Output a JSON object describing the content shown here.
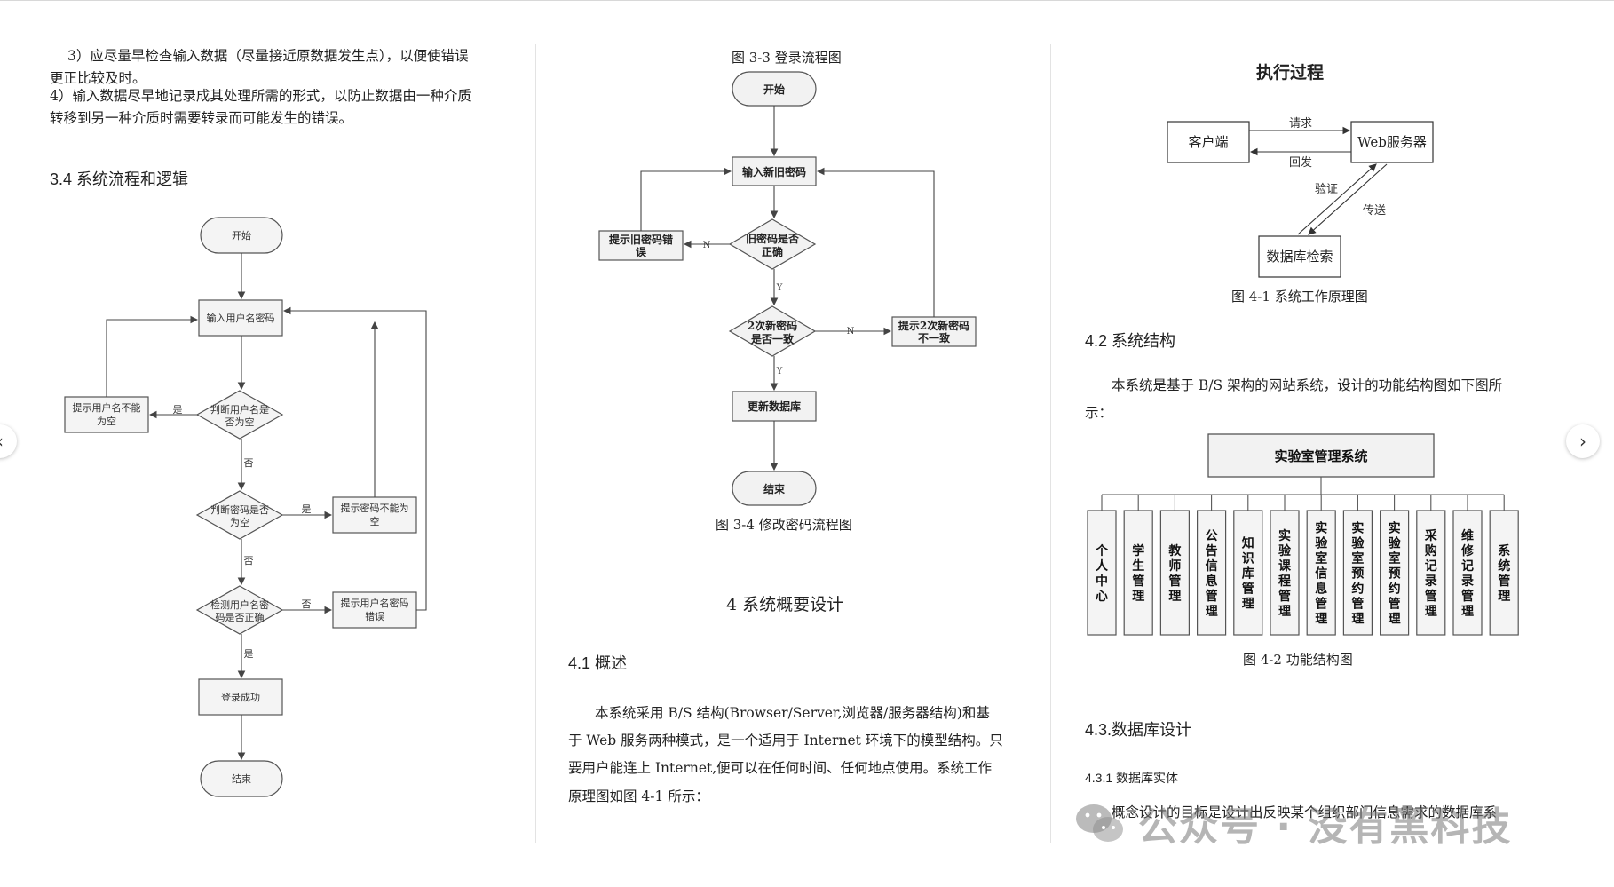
{
  "col1": {
    "para1_line1": "3）应尽量早检查输入数据（尽量接近原数据发生点），以便使错误",
    "para1_line2": "更正比较及时。",
    "para2_line1": "4）输入数据尽早地记录成其处理所需的形式，以防止数据由一种介质",
    "para2_line2": "转移到另一种介质时需要转录而可能发生的错误。",
    "heading": "3.4 系统流程和逻辑",
    "flow": {
      "start": "开始",
      "input": "输入用户名密码",
      "check_user_l1": "判断用户名是",
      "check_user_l2": "否为空",
      "err_user_l1": "提示用户名不能",
      "err_user_l2": "为空",
      "check_pwd_l1": "判断密码是否",
      "check_pwd_l2": "为空",
      "err_pwd_l1": "提示密码不能为",
      "err_pwd_l2": "空",
      "check_match_l1": "检测用户名密",
      "check_match_l2": "码是否正确",
      "err_match_l1": "提示用户名密码",
      "err_match_l2": "错误",
      "success": "登录成功",
      "end": "结束",
      "yes": "是",
      "no": "否"
    }
  },
  "col2": {
    "caption_top": "图 3-3 登录流程图",
    "flow": {
      "start": "开始",
      "input": "输入新旧密码",
      "check_old_l1": "旧密码是否",
      "check_old_l2": "正确",
      "err_old_l1": "提示旧密码错",
      "err_old_l2": "误",
      "check_new_l1": "2次新密码",
      "check_new_l2": "是否一致",
      "err_new_l1": "提示2次新密码",
      "err_new_l2": "不一致",
      "update": "更新数据库",
      "end": "结束",
      "y": "Y",
      "n": "N"
    },
    "caption_flow": "图 3-4 修改密码流程图",
    "chapter_title": "4 系统概要设计",
    "heading": "4.1 概述",
    "para_line1": "本系统采用 B/S 结构(Browser/Server,浏览器/服务器结构)和基",
    "para_line2": "于 Web 服务两种模式，是一个适用于 Internet 环境下的模型结构。只",
    "para_line3": "要用户能连上 Internet,便可以在任何时间、任何地点使用。系统工作",
    "para_line4": "原理图如图 4-1 所示："
  },
  "col3": {
    "exec_title": "执行过程",
    "diagram": {
      "client": "客户端",
      "server": "Web服务器",
      "db": "数据库检索",
      "request": "请求",
      "reply": "回发",
      "verify": "验证",
      "transfer": "传送"
    },
    "caption_41": "图 4-1 系统工作原理图",
    "heading_42": "4.2 系统结构",
    "para_line1": "本系统是基于 B/S 架构的网站系统，设计的功能结构图如下图所",
    "para_line2": "示：",
    "tree": {
      "root": "实验室管理系统",
      "modules": [
        "个人中心",
        "学生管理",
        "教师管理",
        "公告信息管理",
        "知识库管理",
        "实验课程管理",
        "实验室信息管理",
        "实验室预约管理",
        "实验室预约管理",
        "采购记录管理",
        "维修记录管理",
        "系统管理"
      ]
    },
    "caption_42": "图 4-2 功能结构图",
    "heading_43": "4.3.数据库设计",
    "heading_431": "4.3.1 数据库实体",
    "para_last": "概念设计的目标是设计出反映某个组织部门信息需求的数据库系"
  },
  "nav": {
    "prev": "‹",
    "next": "›"
  },
  "watermark": {
    "text": "公众号 · 没有黑科技"
  }
}
